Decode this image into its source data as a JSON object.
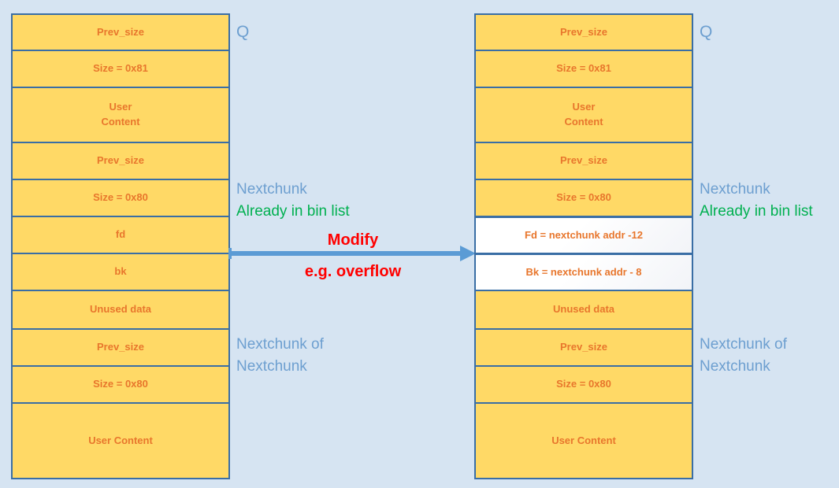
{
  "diagram": {
    "title": "Heap unsafe unlink: chunk layout before and after modification",
    "colors": {
      "background": "#d6e4f2",
      "chunk_fill": "#ffd966",
      "chunk_border": "#3a6ea5",
      "row_text": "#e8762c",
      "annotation_blue": "#6d9fd0",
      "annotation_green": "#00b050",
      "highlight_red": "#ff0000",
      "arrow": "#5b9bd5",
      "pointer_row_fill": "#ffffff"
    }
  },
  "left_chunk": {
    "pointer_label": "Q",
    "rows": [
      {
        "label": "Prev_size",
        "style": "normal"
      },
      {
        "label": "Size = 0x81",
        "style": "normal"
      },
      {
        "label": "User\nContent",
        "style": "normal"
      },
      {
        "label": "Prev_size",
        "style": "normal"
      },
      {
        "label": "Size = 0x80",
        "style": "normal"
      },
      {
        "label": "fd",
        "style": "normal"
      },
      {
        "label": "bk",
        "style": "normal"
      },
      {
        "label": "Unused data",
        "style": "normal"
      },
      {
        "label": "Prev_size",
        "style": "normal"
      },
      {
        "label": "Size = 0x80",
        "style": "normal"
      },
      {
        "label": "User Content",
        "style": "normal"
      }
    ],
    "annotations": [
      {
        "line1": "Nextchunk",
        "line2": "Already in bin list"
      },
      {
        "line1": "Nextchunk of",
        "line2": "Nextchunk"
      }
    ]
  },
  "right_chunk": {
    "pointer_label": "Q",
    "rows": [
      {
        "label": "Prev_size",
        "style": "normal"
      },
      {
        "label": "Size = 0x81",
        "style": "normal"
      },
      {
        "label": "User\nContent",
        "style": "normal"
      },
      {
        "label": "Prev_size",
        "style": "normal"
      },
      {
        "label": "Size = 0x80",
        "style": "normal"
      },
      {
        "label": "Fd = nextchunk addr -12",
        "style": "pointer"
      },
      {
        "label": "Bk = nextchunk addr - 8",
        "style": "pointer"
      },
      {
        "label": "Unused data",
        "style": "normal"
      },
      {
        "label": "Prev_size",
        "style": "normal"
      },
      {
        "label": "Size = 0x80",
        "style": "normal"
      },
      {
        "label": "User Content",
        "style": "normal"
      }
    ],
    "annotations": [
      {
        "line1": "Nextchunk",
        "line2": "Already in bin list"
      },
      {
        "line1": "Nextchunk of",
        "line2": "Nextchunk"
      }
    ]
  },
  "transition": {
    "arrow_direction": "right",
    "top_label": "Modify",
    "bottom_label": "e.g. overflow"
  },
  "annotation_text": {
    "nextchunk": "Nextchunk",
    "already_in_bin_list": "Already in bin list",
    "nextchunk_of": "Nextchunk of",
    "nextchunk2": "Nextchunk"
  }
}
